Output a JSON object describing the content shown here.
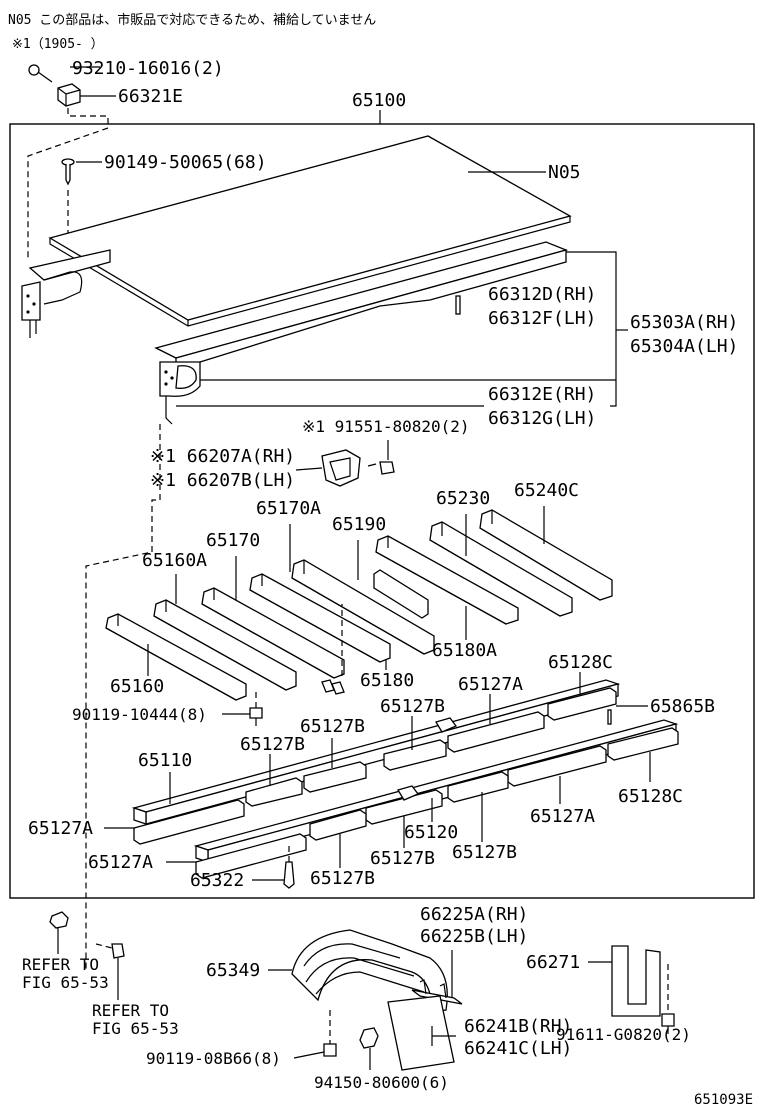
{
  "header": {
    "note": "N05  この部品は、市販品で対応できるため、補給していません",
    "remark": "※1（1905-      ）"
  },
  "labels": {
    "l93210": "93210-16016(2)",
    "l66321e": "66321E",
    "l65100": "65100",
    "l90149": "90149-50065(68)",
    "n05": "N05",
    "l66312d": "66312D(RH)",
    "l66312f": "66312F(LH)",
    "l65303a": "65303A(RH)",
    "l65304a": "65304A(LH)",
    "l66312e": "66312E(RH)",
    "l66312g": "66312G(LH)",
    "l91551": "※1 91551-80820(2)",
    "l66207a": "※1 66207A(RH)",
    "l66207b": "※1 66207B(LH)",
    "l65170a": "65170A",
    "l65190": "65190",
    "l65230": "65230",
    "l65240c": "65240C",
    "l65170": "65170",
    "l65160a": "65160A",
    "l65180a": "65180A",
    "l65160": "65160",
    "l65180": "65180",
    "l65128c_top": "65128C",
    "l65127a_top": "65127A",
    "l65865b": "65865B",
    "l90119_10444": "90119-10444(8)",
    "l65127b_1": "65127B",
    "l65127b_2": "65127B",
    "l65127b_3": "65127B",
    "l65110": "65110",
    "l65128c_right": "65128C",
    "l65127a_left": "65127A",
    "l65120": "65120",
    "l65127a_right": "65127A",
    "l65127a_bottom": "65127A",
    "l65127b_4": "65127B",
    "l65127b_5": "65127B",
    "l65322": "65322",
    "l65127b_6": "65127B",
    "refer1a": "REFER TO",
    "refer1b": "FIG 65-53",
    "refer2a": "REFER TO",
    "refer2b": "FIG 65-53",
    "l66225a": "66225A(RH)",
    "l66225b": "66225B(LH)",
    "l65349": "65349",
    "l66271": "66271",
    "l66241b": "66241B(RH)",
    "l66241c": "66241C(LH)",
    "l91611": "91611-G0820(2)",
    "l90119_08b66": "90119-08B66(8)",
    "l94150": "94150-80600(6)",
    "figcode": "651093E"
  }
}
